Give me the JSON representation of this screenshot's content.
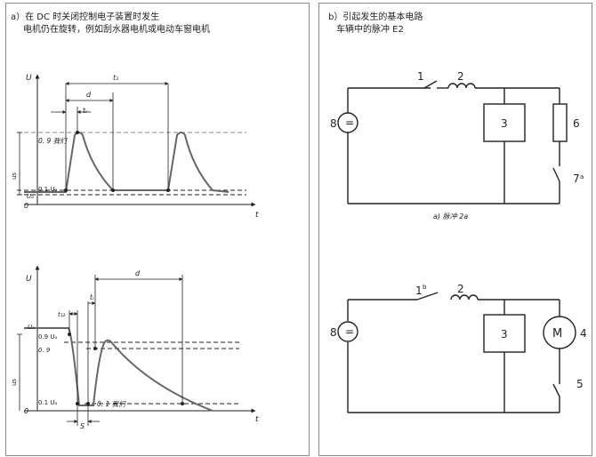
{
  "panel_a": {
    "caption_line1": "a）在 DC 时关闭控制电子装置时发生",
    "caption_line2": "电机仍在旋转，例如刮水器电机或电动车窗电机",
    "graph1": {
      "y_axis": "U",
      "x_axis": "t",
      "origin": "0",
      "t1": "t₁",
      "d": "d",
      "tr": "tᵣ",
      "level_09": "0. 9 我们",
      "level_01": "0.1 Uₐ",
      "ua": "Uₐ",
      "us": "us"
    },
    "graph2": {
      "y_axis": "U",
      "x_axis": "t",
      "origin": "0",
      "d": "d",
      "tr": "tᵣ",
      "t12": "t₁₂",
      "ua": "Uₐ",
      "level_09_ua": "0.9 Uₐ",
      "level_09": "0. 9",
      "level_01_ua": "0.1 Uₐ",
      "level_01_we": "0. 1 我们",
      "s": "S",
      "us": "us"
    }
  },
  "panel_b": {
    "caption_line1": "b）引起发生的基本电路",
    "caption_line2": "车辆中的脉冲 E2",
    "circuit1": {
      "label_1": "1",
      "label_2": "2",
      "label_3": "3",
      "label_6": "6",
      "label_7": "7",
      "label_7_sup": "a",
      "label_8": "8",
      "source_symbol": "=",
      "subcaption": "a) 脉冲 2a"
    },
    "circuit2": {
      "label_1": "1",
      "label_1_sup": "b",
      "label_2": "2",
      "label_3": "3",
      "label_4": "4",
      "label_5": "5",
      "label_8": "8",
      "motor": "M",
      "source_symbol": "="
    }
  }
}
